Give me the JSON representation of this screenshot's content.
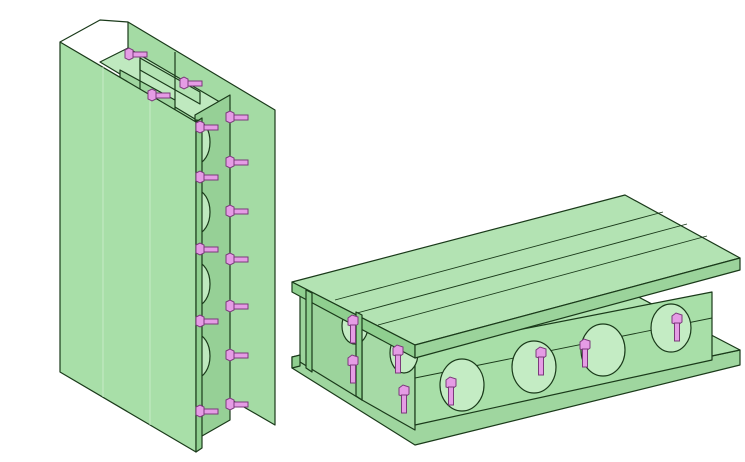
{
  "figure": {
    "models": [
      {
        "id": "vertical-assembly",
        "orientation": "vertical",
        "bolt_count": 15,
        "hole_count": 5
      },
      {
        "id": "horizontal-assembly",
        "orientation": "horizontal",
        "bolt_count": 8,
        "hole_count": 6
      }
    ],
    "colors": {
      "background": "#ffffff",
      "plate_face": "#a8dfa8",
      "plate_light": "#b7e6b7",
      "plate_dark": "#8fcf8f",
      "edge": "#1a3a1a",
      "bolt": "#e59ce5",
      "bolt_edge": "#7a3a7a"
    }
  }
}
